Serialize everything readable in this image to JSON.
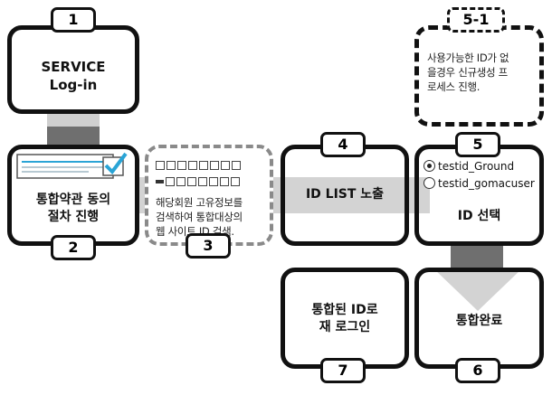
{
  "steps": {
    "s1": {
      "num": "1",
      "line1": "SERVICE",
      "line2": "Log-in"
    },
    "s2": {
      "num": "2",
      "line1": "통합약관 동의",
      "line2": "절차 진행"
    },
    "s3": {
      "num": "3",
      "line1": "해당회원 고유정보를",
      "line2": "검색하여 통합대상의",
      "line3": "웹 사이트 ID 검색."
    },
    "s4": {
      "num": "4",
      "text": "ID LIST 노출"
    },
    "s5": {
      "num": "5",
      "text": "ID 선택",
      "options": [
        "testid_Ground",
        "testid_gomacuser"
      ]
    },
    "s51": {
      "num": "5-1",
      "line1": "사용가능한 ID가 없",
      "line2": "을경우 신규생성 프",
      "line3": "로세스 진행."
    },
    "s6": {
      "num": "6",
      "text": "통합완료"
    },
    "s7": {
      "num": "7",
      "line1": "통합된 ID로",
      "line2": "재 로그인"
    }
  },
  "colors": {
    "flow_light": "#cfcfcf",
    "flow_dark": "#6f6f6f",
    "checkbox": "#2aa4d6"
  },
  "icons": [
    "form-checkbox-icon",
    "square-placeholders-icon"
  ]
}
